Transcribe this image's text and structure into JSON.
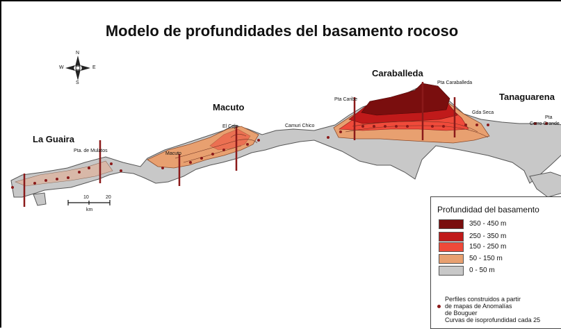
{
  "map": {
    "title": "Modelo de profundidades del basamento rocoso",
    "places": {
      "la_guaira": "La Guaira",
      "macuto": "Macuto",
      "caraballeda": "Caraballeda",
      "tanaguarena": "Tanaguarena"
    },
    "small_labels": {
      "pta_mulatos": "Pta. de Mulatos",
      "macuto_small": "Macuto",
      "el_cojo": "El Cojo",
      "camuri_chico": "Camuri Chico",
      "pta_caribe": "Pta Caribe",
      "pta_caraballeda": "Pta Caraballeda",
      "gda_seca": "Gda Seca",
      "pta": "Pta",
      "cerro_grande": "Cerro Grande"
    },
    "compass": {
      "n": "N",
      "s": "S",
      "e": "E",
      "w": "W"
    },
    "scale": {
      "tick1": "10",
      "tick2": "20",
      "unit": "km"
    }
  },
  "legend": {
    "title": "Profundidad del basamento",
    "classes": [
      {
        "label": "350 - 450 m",
        "color": "#7a0e0e"
      },
      {
        "label": "250 - 350 m",
        "color": "#c01a1a"
      },
      {
        "label": "150 - 250 m",
        "color": "#ef4a3a"
      },
      {
        "label": "50 - 150 m",
        "color": "#e8a070"
      },
      {
        "label": "0 - 50 m",
        "color": "#c8c8c8"
      }
    ],
    "note_lines": [
      "Perfiles construidos a partir",
      "de mapas de Anomalías",
      "de Bouguer",
      "Curvas de isoprofundidad cada 25"
    ],
    "profile_color": "#8b1a1a"
  }
}
